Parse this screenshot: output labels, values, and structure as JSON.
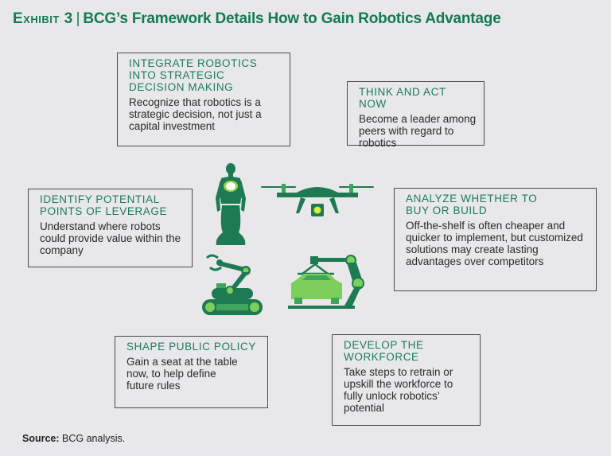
{
  "title": {
    "exhibit": "Exhibit 3",
    "text": "BCG’s Framework Details How to Gain Robotics Advantage"
  },
  "boxes": [
    {
      "heading": "Integrate robotics into strategic decision making",
      "body": "Recognize that robotics is a strategic decision, not just a capital investment"
    },
    {
      "heading": "Think and act now",
      "body": "Become a leader among peers with regard to robotics"
    },
    {
      "heading": "Identify potential points of leverage",
      "body": "Understand where robots could provide value within the company"
    },
    {
      "heading": "Analyze whether to buy or build",
      "body": "Off-the-shelf is often cheaper and quicker to implement, but customized solutions may create lasting advantages over competitors"
    },
    {
      "heading": "Shape public policy",
      "body": "Gain a seat at the table now, to help define future rules"
    },
    {
      "heading": "Develop the workforce",
      "body": "Take steps to retrain or upskill the workforce to fully unlock robotics’ potential"
    }
  ],
  "source": {
    "label": "Source:",
    "text": "BCG analysis."
  },
  "colors": {
    "dark_green": "#1d7a52",
    "mid_green": "#3fa55a",
    "light_green": "#7ccf5a",
    "accent": "#d8ef3a"
  }
}
